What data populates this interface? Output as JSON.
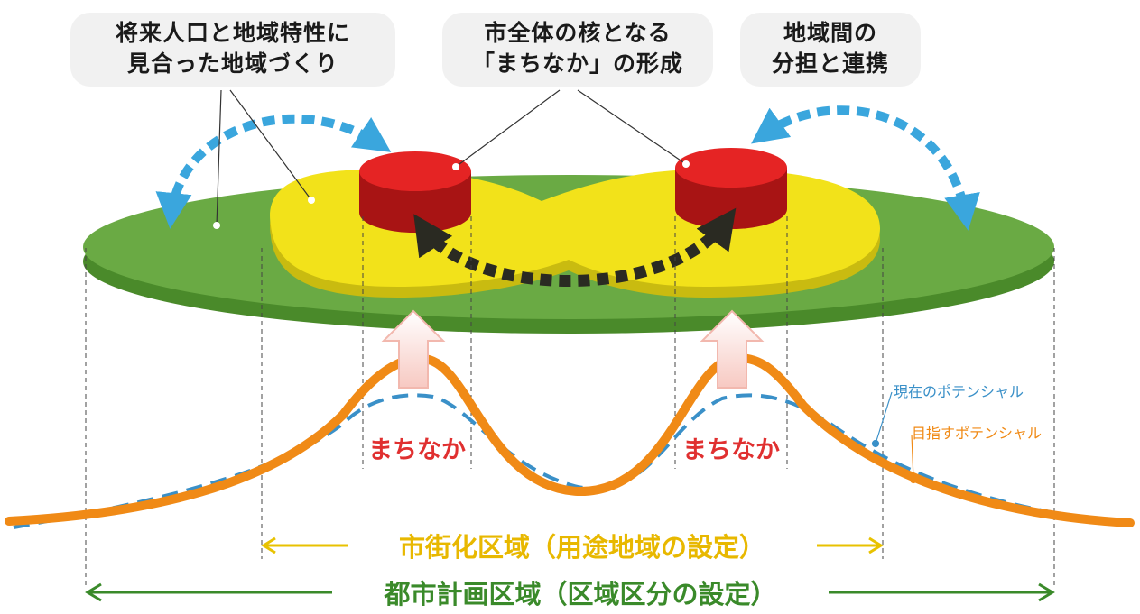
{
  "callouts": {
    "left": {
      "line1": "将来人口と地域特性に",
      "line2": "見合った地域づくり"
    },
    "center": {
      "line1": "市全体の核となる",
      "line2": "「まちなか」の形成"
    },
    "right": {
      "line1": "地域間の",
      "line2": "分担と連携"
    }
  },
  "labels": {
    "machinaka_left": "まちなか",
    "machinaka_right": "まちなか",
    "legend_current": "現在のポテンシャル",
    "legend_target": "目指すポテンシャル",
    "urbanization_area": "市街化区域（用途地域の設定）",
    "city_planning_area": "都市計画区域（区域区分の設定）"
  },
  "colors": {
    "green_area": "#5e9e3a",
    "yellow_area": "#f2e21a",
    "red_core": "#d21d1d",
    "blue_arrow": "#3aa6dd",
    "dark_arrow": "#2a2a22",
    "target_curve": "#f08a16",
    "current_curve": "#3a90c8",
    "machinaka_text": "#e03030",
    "urbanization_text": "#e8b800",
    "city_planning_text": "#3a8a2a"
  }
}
